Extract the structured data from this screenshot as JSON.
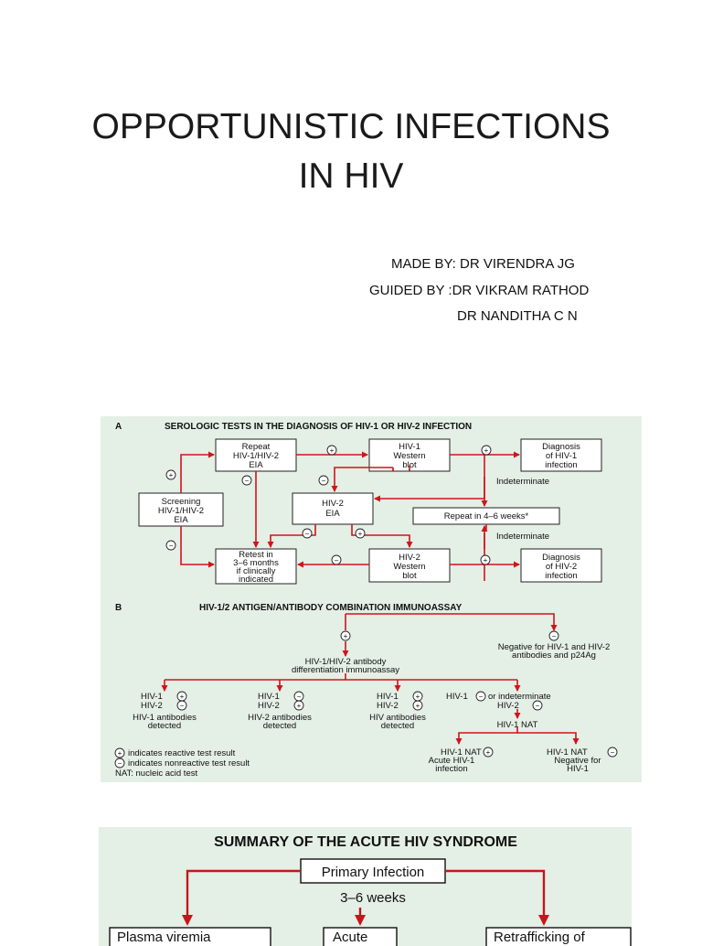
{
  "title": {
    "line1": "OPPORTUNISTIC INFECTIONS",
    "line2": "IN HIV"
  },
  "credits": {
    "made_by": "MADE BY: DR VIRENDRA JG",
    "guided_by": "GUIDED BY :DR VIKRAM RATHOD",
    "co_guide": "DR NANDITHA C N"
  },
  "figure1": {
    "panel_a": {
      "letter": "A",
      "heading": "SEROLOGIC TESTS IN THE DIAGNOSIS OF HIV-1 OR HIV-2 INFECTION",
      "screening": [
        "Screening",
        "HIV-1/HIV-2",
        "EIA"
      ],
      "repeat_eia": [
        "Repeat",
        "HIV-1/HIV-2",
        "EIA"
      ],
      "western_blot_1": [
        "HIV-1",
        "Western",
        "blot"
      ],
      "diagnosis_1": [
        "Diagnosis",
        "of HIV-1",
        "infection"
      ],
      "hiv2_eia": [
        "HIV-2",
        "EIA"
      ],
      "repeat_weeks": "Repeat in 4–6 weeks*",
      "retest": [
        "Retest in",
        "3–6 months",
        "if clinically",
        "indicated"
      ],
      "western_blot_2": [
        "HIV-2",
        "Western",
        "blot"
      ],
      "diagnosis_2": [
        "Diagnosis",
        "of HIV-2",
        "infection"
      ],
      "indeterminate": "Indeterminate",
      "plus": "+",
      "minus": "−"
    },
    "panel_b": {
      "letter": "B",
      "heading": "HIV-1/2 ANTIGEN/ANTIBODY COMBINATION IMMUNOASSAY",
      "negative": [
        "Negative for HIV-1 and HIV-2",
        "antibodies and p24Ag"
      ],
      "differentiation": [
        "HIV-1/HIV-2 antibody",
        "differentiation immunoassay"
      ],
      "hiv1": "HIV-1",
      "hiv2": "HIV-2",
      "res1": [
        "HIV-1 antibodies",
        "detected"
      ],
      "res2": [
        "HIV-2 antibodies",
        "detected"
      ],
      "res3": [
        "HIV antibodies",
        "detected"
      ],
      "indeterminate_line": "or indeterminate",
      "nat": "HIV-1 NAT",
      "nat_pos": [
        "HIV-1 NAT",
        "Acute HIV-1",
        "infection"
      ],
      "nat_neg": [
        "HIV-1 NAT",
        "Negative for",
        "HIV-1"
      ],
      "legend": [
        "indicates reactive test result",
        "indicates nonreactive test result",
        "NAT: nucleic acid test"
      ]
    }
  },
  "figure2": {
    "title": "SUMMARY OF THE ACUTE HIV SYNDROME",
    "primary": "Primary Infection",
    "weeks": "3–6 weeks",
    "left_box": "Plasma viremia",
    "mid_box": "Acute",
    "right_box": "Retrafficking of"
  },
  "colors": {
    "arrow_red": "#d1141b",
    "panel_bg": "#e4efe5"
  }
}
